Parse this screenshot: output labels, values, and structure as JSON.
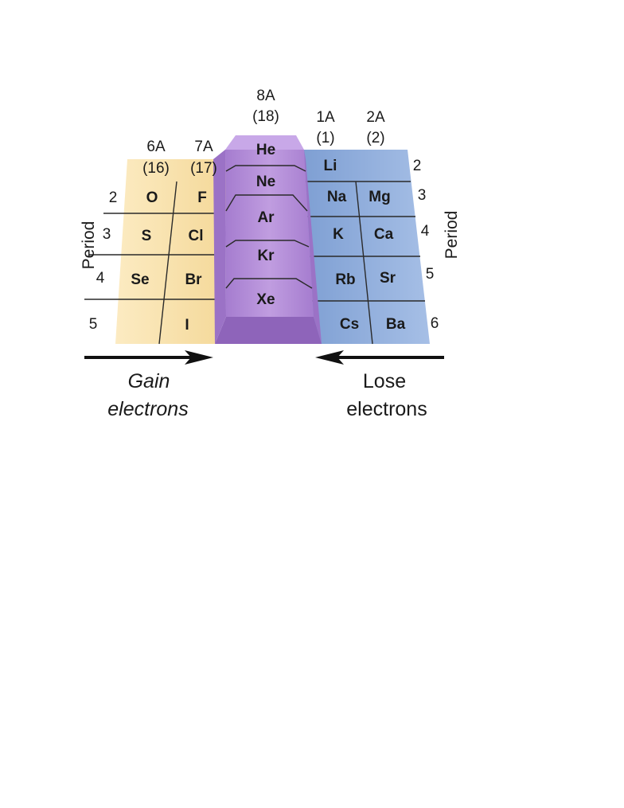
{
  "headers": {
    "g6": [
      "6A",
      "(16)"
    ],
    "g7": [
      "7A",
      "(17)"
    ],
    "g8": [
      "8A",
      "(18)"
    ],
    "g1": [
      "1A",
      "(1)"
    ],
    "g2": [
      "2A",
      "(2)"
    ]
  },
  "elements": {
    "O": "O",
    "F": "F",
    "S": "S",
    "Cl": "Cl",
    "Se": "Se",
    "Br": "Br",
    "I": "I",
    "He": "He",
    "Ne": "Ne",
    "Ar": "Ar",
    "Kr": "Kr",
    "Xe": "Xe",
    "Li": "Li",
    "Na": "Na",
    "Mg": "Mg",
    "K": "K",
    "Ca": "Ca",
    "Rb": "Rb",
    "Sr": "Sr",
    "Cs": "Cs",
    "Ba": "Ba"
  },
  "periods_left": [
    "2",
    "3",
    "4",
    "5"
  ],
  "periods_right": [
    "2",
    "3",
    "4",
    "5",
    "6"
  ],
  "axis_label": "Period",
  "captions": {
    "gain": [
      "Gain",
      "electrons"
    ],
    "lose": [
      "Lose",
      "electrons"
    ]
  },
  "colors": {
    "halogen_fill": "#f8e2ad",
    "noble_fill": "#b38dd6",
    "noble_top": "#c8a6e6",
    "noble_side": "#9a6fc4",
    "alkali_fill": "#8daddb",
    "alkali_light": "#a9c2e6"
  }
}
